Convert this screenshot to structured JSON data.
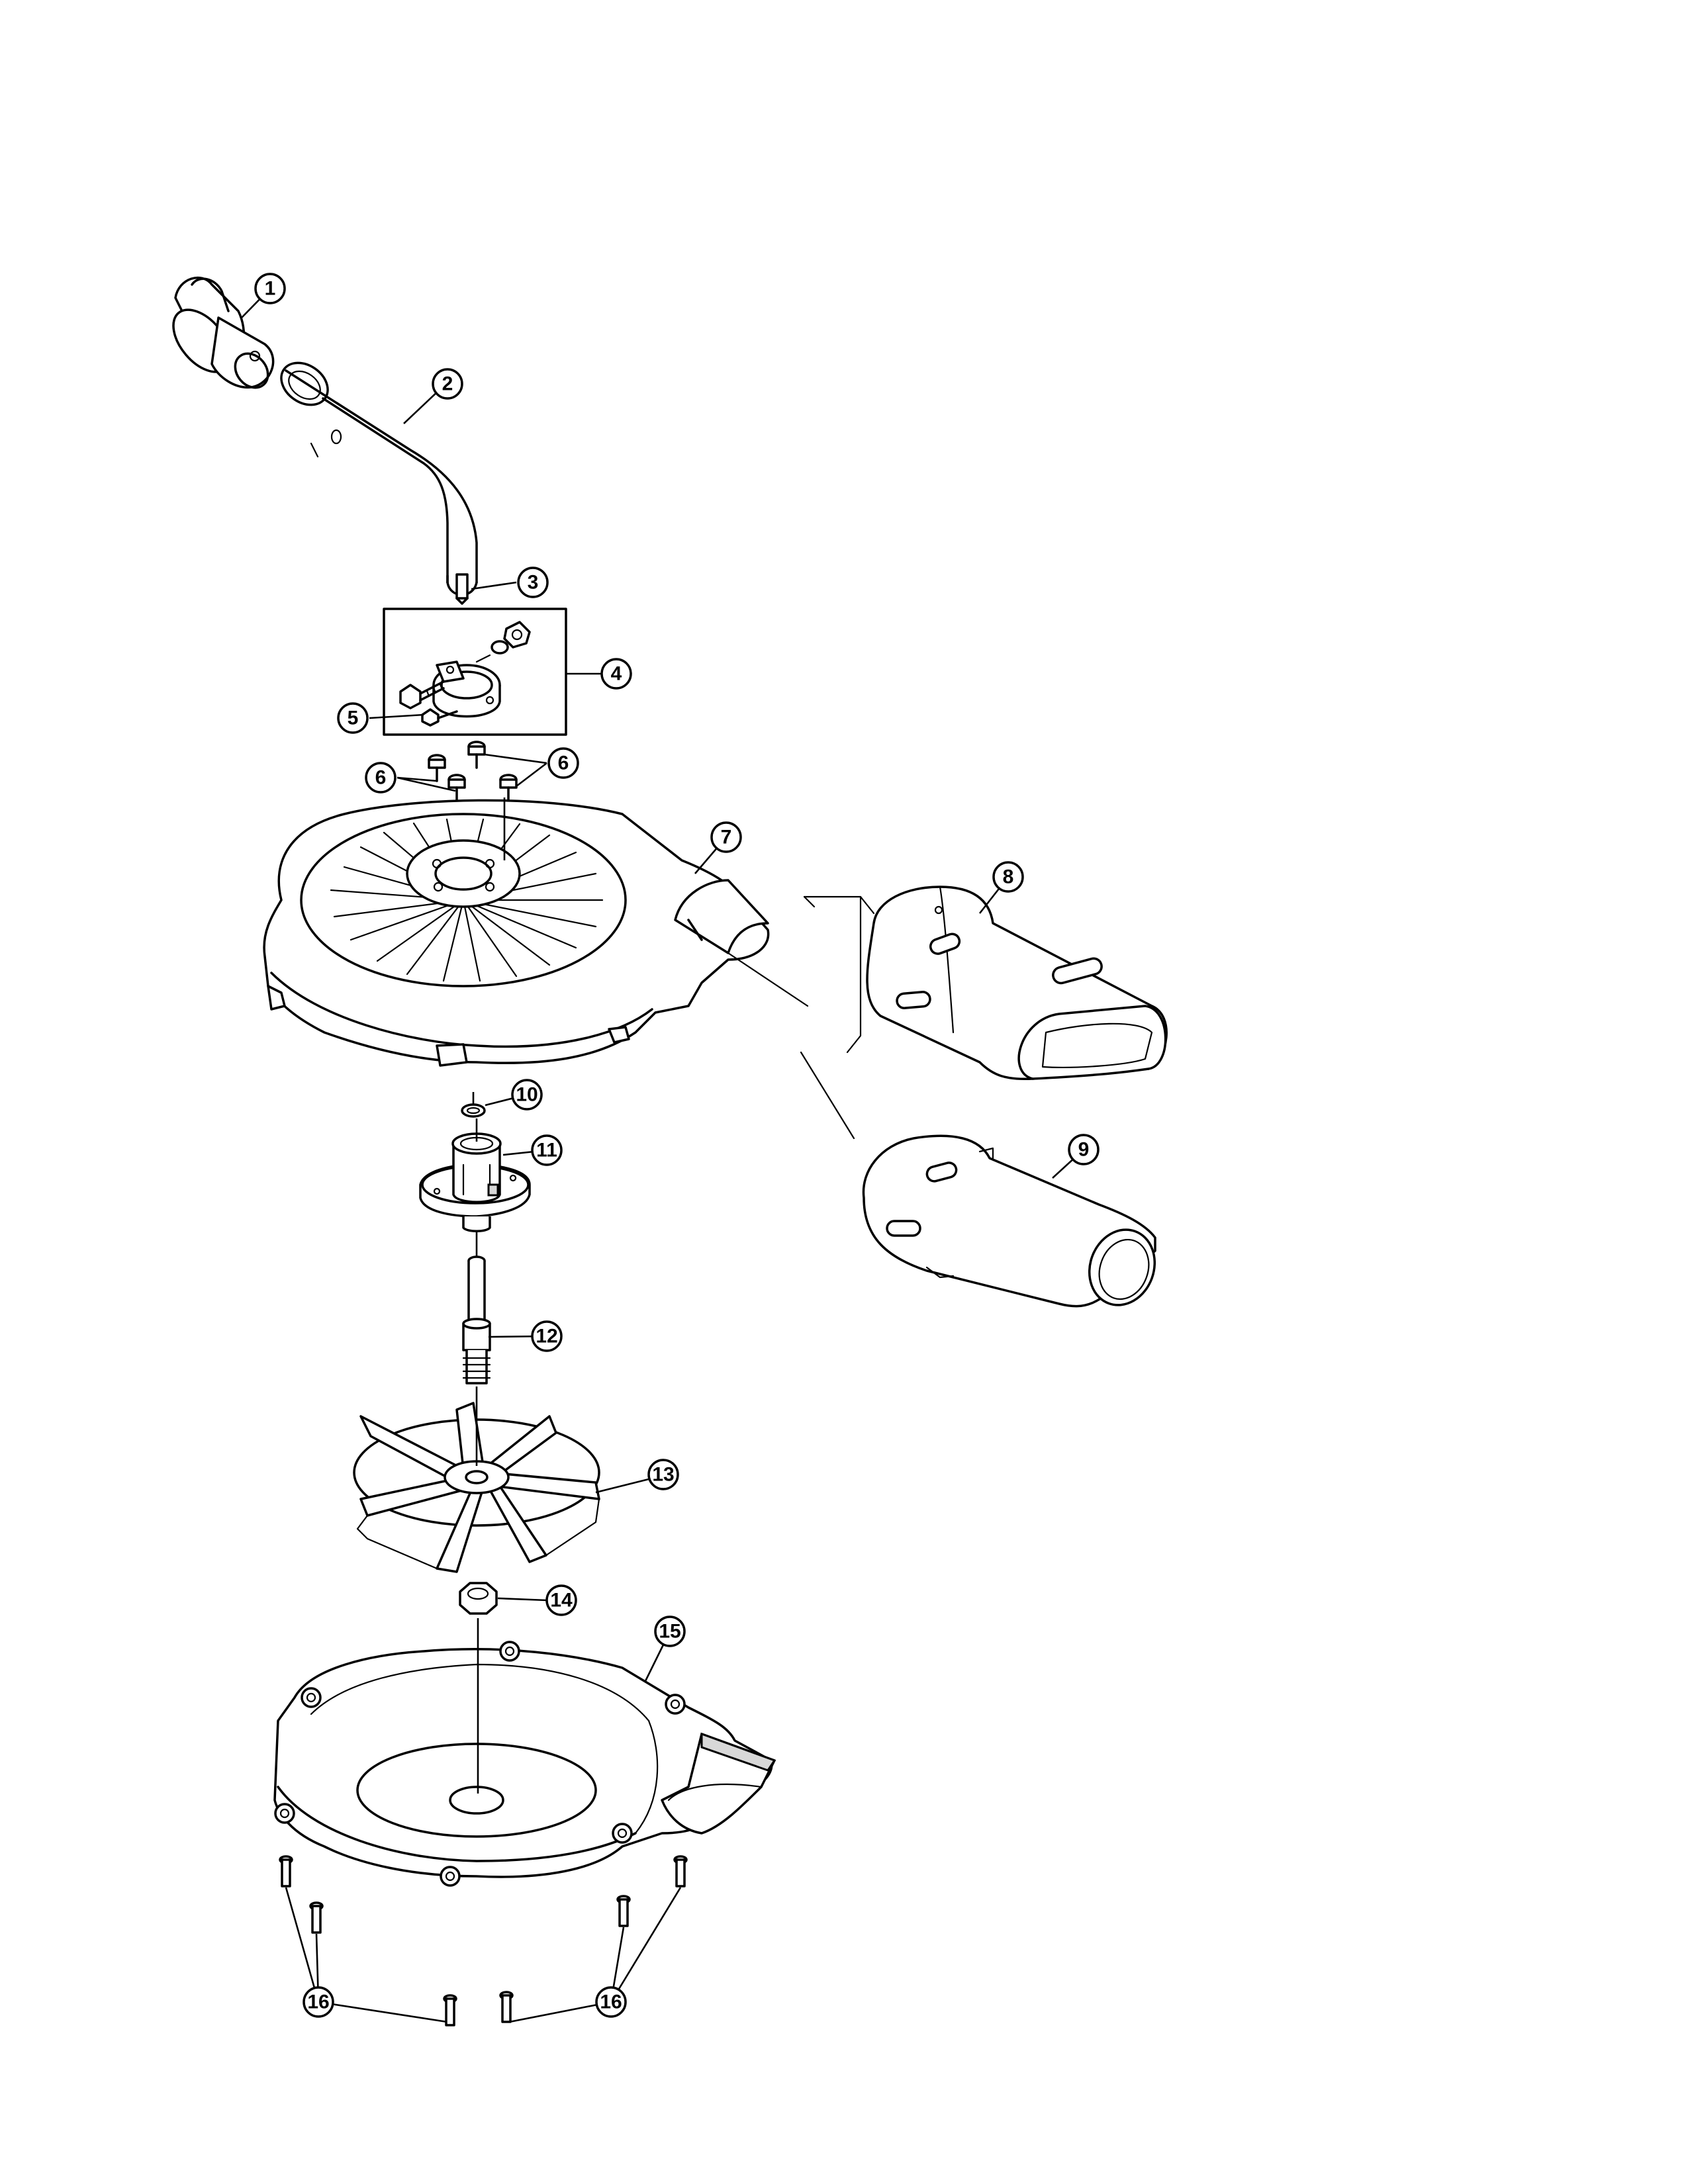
{
  "callouts": [
    "1",
    "2",
    "3",
    "4",
    "5",
    "6",
    "7",
    "8",
    "9",
    "10",
    "11",
    "12",
    "13",
    "14",
    "15",
    "16"
  ],
  "parts": {
    "p1": "handle-grip",
    "p2": "handle-tube",
    "p3": "pin",
    "p4": "clamp-kit",
    "p5": "clamp-screw",
    "p6": "screws",
    "p7": "blower-housing-cover",
    "p8": "flat-nozzle",
    "p9": "round-nozzle",
    "p10": "washer",
    "p11": "collar",
    "p12": "shaft",
    "p13": "impeller-fan",
    "p14": "nut",
    "p15": "blower-housing-base",
    "p16": "base-screws"
  }
}
